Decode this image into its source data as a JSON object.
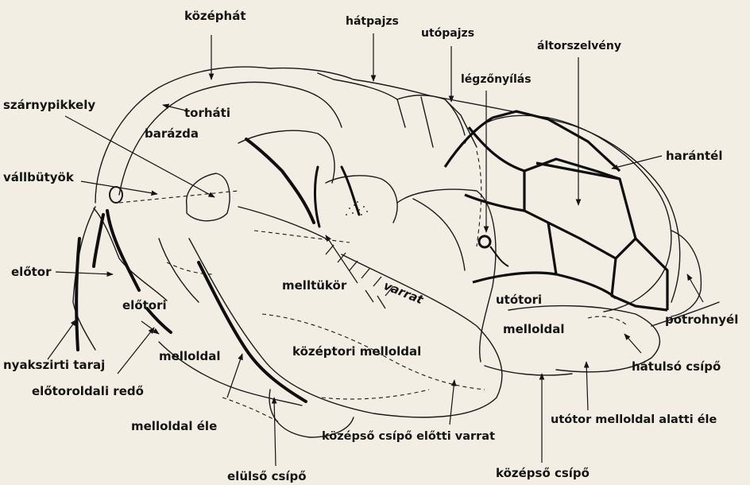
{
  "labels": {
    "kozephat": "középhát",
    "hatpajzs": "hátpajzs",
    "utopajzs": "utópajzs",
    "altorszelveny": "áltorszelvény",
    "legzonyilas": "légzőnyílás",
    "szarnypikkely": "szárnypikkely",
    "torhati_1": "torháti",
    "torhati_2": "barázda",
    "harantel": "harántél",
    "vallbutyok": "vállbütyök",
    "elotor": "előtor",
    "elotori": "előtori",
    "melltukor": "melltükör",
    "varrat": "varrat",
    "utotori_1": "utótori",
    "utotori_2": "melloldal",
    "potrohnyel": "potrohnyél",
    "nyakszirti": "nyakszirti taraj",
    "melloldal": "melloldal",
    "kozeptori": "középtori melloldal",
    "hatulso": "hátulsó csípő",
    "elotoroldali": "előtoroldali redő",
    "melloldal_ele": "melloldal éle",
    "utotor_alatti": "utótor melloldal alatti éle",
    "kozepso_varrat": "középső csípő előtti varrat",
    "elulso_csipo": "elülső csípő",
    "kozepso_csipo": "középső csípő"
  }
}
